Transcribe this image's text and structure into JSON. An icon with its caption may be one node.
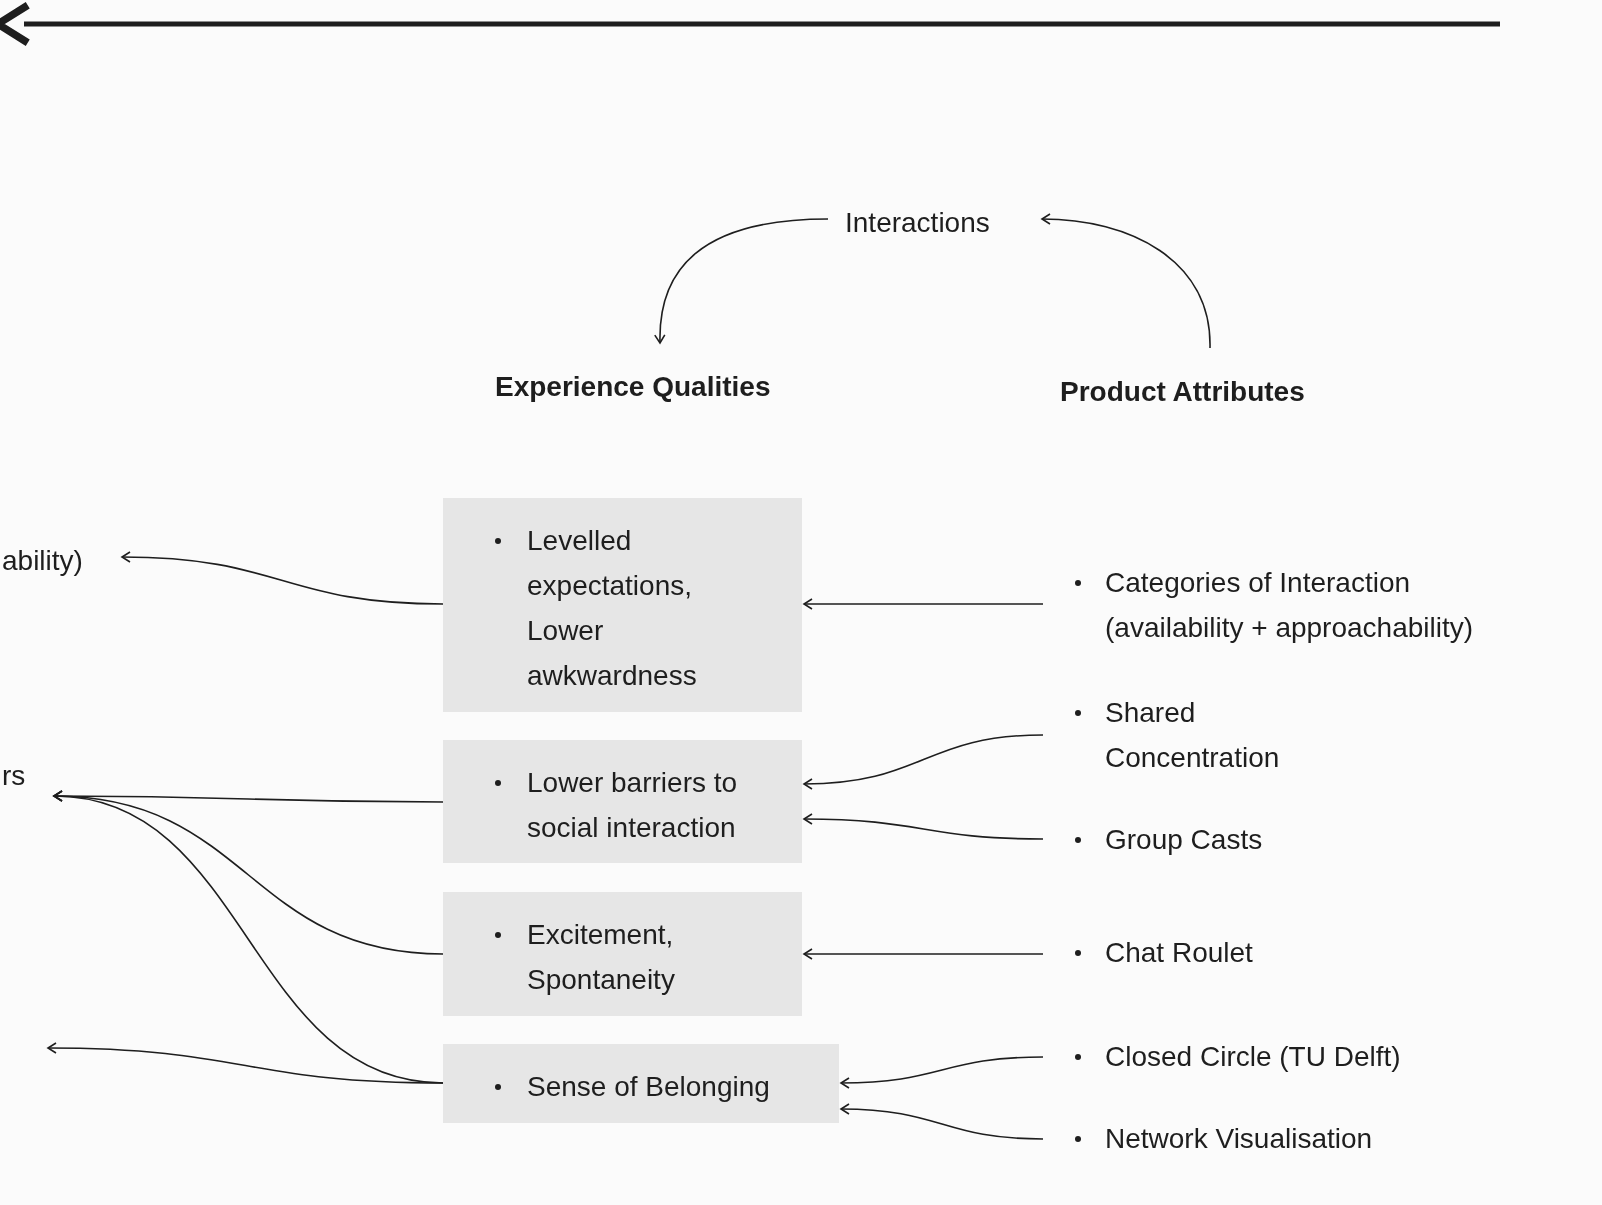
{
  "diagram": {
    "nodes": [
      {
        "text": [
          "Interactions"
        ]
      },
      {
        "text": [
          "Experience Qualities"
        ]
      },
      {
        "text": [
          "Product Attributes"
        ]
      },
      {
        "text": [
          "Levelled expectations, Lower awkwardness"
        ]
      },
      {
        "text": [
          "Lower barriers to social interaction"
        ]
      },
      {
        "text": [
          "Excitement, Spontaneity"
        ]
      },
      {
        "text": [
          "Sense of Belonging"
        ]
      },
      {
        "text": [
          "Categories of Interaction (availability + approachability)"
        ]
      },
      {
        "text": [
          "Shared Concentration"
        ]
      },
      {
        "text": [
          "Group Casts"
        ]
      },
      {
        "text": [
          "Chat Roulet"
        ]
      },
      {
        "text": [
          "Closed Circle (TU Delft)"
        ]
      },
      {
        "text": [
          "Network Visualisation"
        ]
      },
      {
        "text": [
          "ability)"
        ]
      },
      {
        "text": [
          "rs"
        ]
      }
    ],
    "edges": [
      {
        "from": 0,
        "to": 1,
        "arrow": "to"
      },
      {
        "from": 2,
        "to": 0,
        "arrow": "to"
      },
      {
        "from": 7,
        "to": 3,
        "arrow": "to"
      },
      {
        "from": 8,
        "to": 4,
        "arrow": "to"
      },
      {
        "from": 9,
        "to": 4,
        "arrow": "to"
      },
      {
        "from": 10,
        "to": 5,
        "arrow": "to"
      },
      {
        "from": 11,
        "to": 6,
        "arrow": "to"
      },
      {
        "from": 12,
        "to": 6,
        "arrow": "to"
      },
      {
        "from": 3,
        "to": 13,
        "arrow": "to"
      },
      {
        "from": 4,
        "to": 14,
        "arrow": "to"
      },
      {
        "from": 5,
        "to": 14,
        "arrow": "to"
      },
      {
        "from": 6,
        "to": 14,
        "arrow": "to"
      },
      {
        "from": 6,
        "to": null,
        "arrow": "to"
      }
    ]
  }
}
